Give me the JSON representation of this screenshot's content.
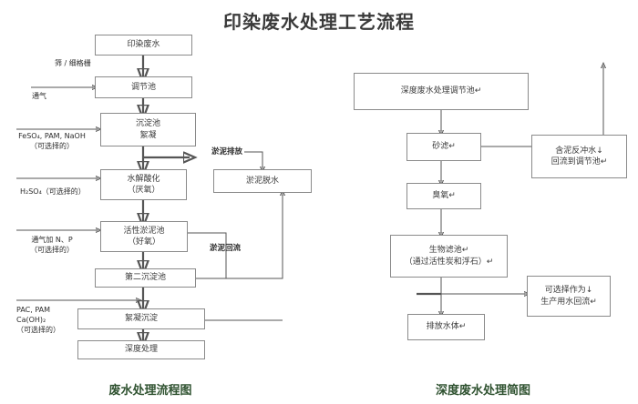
{
  "header": {
    "title": "印染废水处理工艺流程"
  },
  "captions": {
    "left": "废水处理流程图",
    "right": "深度废水处理简图"
  },
  "colors": {
    "title": "#3a3a3a",
    "caption": "#2f5230",
    "box_border": "#8a8a8a",
    "arrow": "#555555",
    "background": "#ffffff"
  },
  "left_chart": {
    "name": "废水处理流程图",
    "boxes": [
      {
        "id": "dye-wastewater",
        "lines": [
          "印染废水"
        ]
      },
      {
        "id": "equalization-tank",
        "lines": [
          "调节池"
        ]
      },
      {
        "id": "sedimentation-flocculation",
        "lines": [
          "沉淀池",
          "絮凝"
        ]
      },
      {
        "id": "hydrolysis-acidification",
        "lines": [
          "水解酸化",
          "（厌氧）"
        ]
      },
      {
        "id": "activated-sludge-tank",
        "lines": [
          "活性淤泥池",
          "（好氧）"
        ]
      },
      {
        "id": "second-sedimentation-tank",
        "lines": [
          "第二沉淀池"
        ]
      },
      {
        "id": "flocculation-precipitation",
        "lines": [
          "絮凝沉淀"
        ]
      },
      {
        "id": "advanced-treatment",
        "lines": [
          "深度处理"
        ]
      },
      {
        "id": "sludge-dewatering",
        "lines": [
          "淤泥脱水"
        ]
      }
    ],
    "labels": [
      {
        "id": "screen-fine-grate",
        "text": "筛 / 细格栅"
      },
      {
        "id": "aeration",
        "text": "通气"
      },
      {
        "id": "feso4-pam-naoh",
        "line1": "FeSO₄, PAM, NaOH",
        "line2": "（可选择的）"
      },
      {
        "id": "h2so4",
        "text": "H₂SO₄（可选择的）"
      },
      {
        "id": "aeration-np",
        "line1": "通气加 N、P",
        "line2": "（可选择的）"
      },
      {
        "id": "pac-pam-caoh2",
        "line1": "PAC, PAM",
        "line2": "Ca(OH)₂",
        "line3": "（可选择的）"
      },
      {
        "id": "sludge-discharge",
        "text": "淤泥排放"
      },
      {
        "id": "sludge-return",
        "text": "淤泥回流"
      }
    ]
  },
  "right_chart": {
    "name": "深度废水处理简图",
    "boxes": [
      {
        "id": "advanced-equalization-tank",
        "lines": [
          "深度废水处理调节池↵"
        ]
      },
      {
        "id": "sand-filter",
        "lines": [
          "砂滤↵"
        ]
      },
      {
        "id": "ozone",
        "lines": [
          "臭氧↵"
        ]
      },
      {
        "id": "biological-filter",
        "lines": [
          "生物滤池↵",
          "（通过活性炭和浮石）↵"
        ]
      },
      {
        "id": "discharge-water-body",
        "lines": [
          "排放水体↵"
        ]
      },
      {
        "id": "sludge-backwash-return",
        "lines": [
          "含泥反冲水↓",
          "回流到调节池↵"
        ]
      },
      {
        "id": "optional-production-reuse",
        "lines": [
          "可选择作为↓",
          "生产用水回流↵"
        ]
      }
    ]
  }
}
